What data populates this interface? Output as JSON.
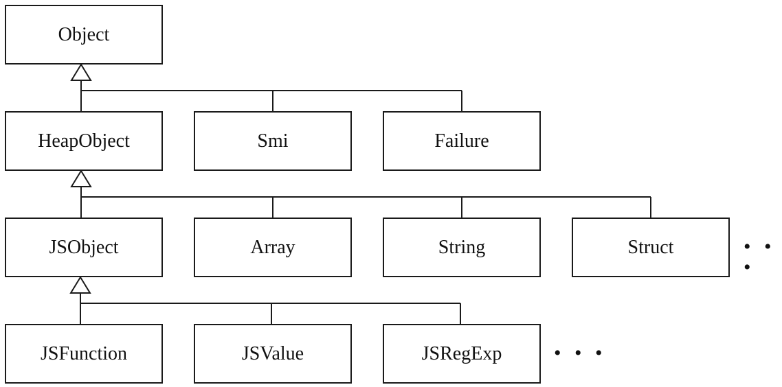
{
  "diagram": {
    "nodes": {
      "object": "Object",
      "heap_object": "HeapObject",
      "smi": "Smi",
      "failure": "Failure",
      "js_object": "JSObject",
      "array": "Array",
      "string": "String",
      "struct": "Struct",
      "js_function": "JSFunction",
      "js_value": "JSValue",
      "js_regexp": "JSRegExp"
    },
    "ellipsis_row3": "• • •",
    "ellipsis_row4": "• • •"
  },
  "colors": {
    "line": "#1a1a1a",
    "box_fill": "#ffffff"
  }
}
